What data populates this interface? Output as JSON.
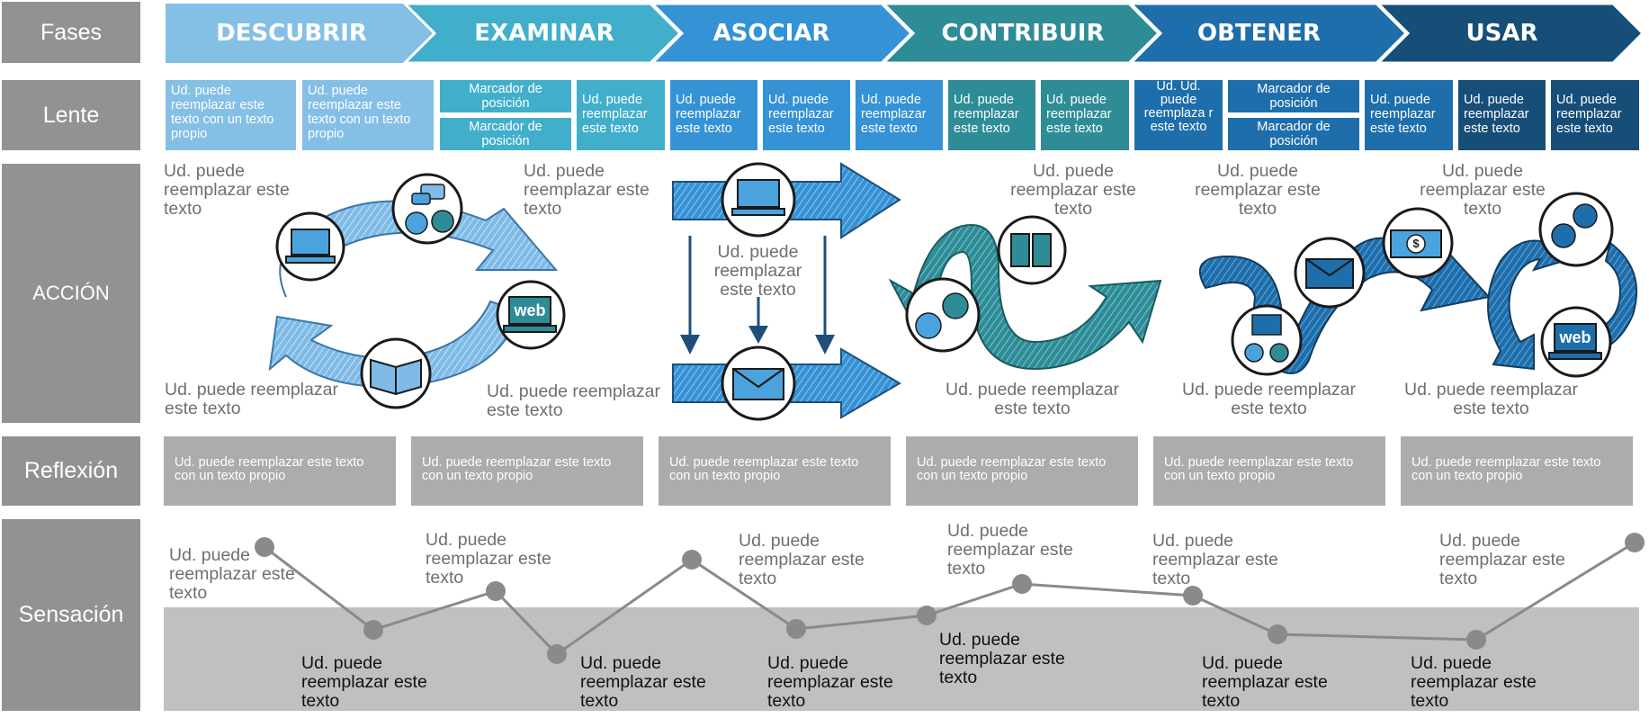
{
  "rows": {
    "fases": "Fases",
    "lente": "Lente",
    "accion": "ACCIÓN",
    "reflexion": "Reflexión",
    "sensacion": "Sensación"
  },
  "phases": [
    "DESCUBRIR",
    "EXAMINAR",
    "ASOCIAR",
    "CONTRIBUIR",
    "OBTENER",
    "USAR"
  ],
  "colors": {
    "row_label": "#929292",
    "phase_1": "#84bfe6",
    "phase_2": "#41afcb",
    "phase_3": "#3592d5",
    "phase_4": "#2e8c97",
    "phase_5": "#1e6eab",
    "phase_6": "#174e78",
    "reflection_box": "#acacac",
    "sensation_band": "#c0c0c0",
    "sensation_line": "#8a8a8a"
  },
  "lente": {
    "l1": "Ud. puede reemplazar este texto con un texto propio",
    "l2": "Ud. puede reemplazar este texto con un texto propio",
    "l3a": "Marcador de posición",
    "l3b": "Marcador de posición",
    "l4": "Ud. puede reemplazar este texto",
    "l5": "Ud. puede reemplazar este texto",
    "l6": "Ud. puede reemplazar este texto",
    "l7": "Ud. puede reemplazar este texto",
    "l8": "Ud. puede reemplazar este texto",
    "l9": "Ud. puede reemplazar este texto",
    "l10": "Ud. Ud. puede reemplaza r este texto",
    "l11a": "Marcador de posición",
    "l11b": "Marcador de posición",
    "l12": "Ud. puede reemplazar este texto",
    "l13": "Ud. puede reemplazar este texto",
    "l14": "Ud. puede reemplazar este texto"
  },
  "accion": {
    "t1": "Ud. puede reemplazar este texto",
    "t2": "Ud. puede reemplazar este texto",
    "t3": "Ud. puede reemplazar este texto",
    "t4": "Ud. puede reemplazar este texto",
    "t5": "Ud. puede reemplazar este texto",
    "t6": "Ud. puede reemplazar este texto",
    "t7": "Ud. puede reemplazar este texto",
    "t8": "Ud. puede reemplazar este texto",
    "t9": "Ud. puede reemplazar este texto",
    "t10": "Ud. puede reemplazar este texto",
    "t11": "Ud. puede reemplazar este texto",
    "web_a": "web",
    "web_b": "web",
    "dollar": "$"
  },
  "reflexion": [
    "Ud. puede reemplazar este texto con un texto propio",
    "Ud. puede reemplazar este texto con un texto propio",
    "Ud. puede reemplazar este texto con un texto propio",
    "Ud. puede reemplazar este texto con un texto propio",
    "Ud. puede reemplazar este texto con un texto propio",
    "Ud. puede reemplazar este texto con un texto propio"
  ],
  "sensacion": {
    "above": [
      "Ud. puede reemplazar este texto",
      "Ud. puede reemplazar este texto",
      "Ud. puede reemplazar este texto",
      "Ud. puede reemplazar este texto",
      "Ud. puede reemplazar este texto",
      "Ud. puede reemplazar este texto"
    ],
    "below": [
      "Ud. puede reemplazar este texto",
      "Ud. puede reemplazar este texto",
      "Ud. puede reemplazar este texto",
      "Ud. puede reemplazar este texto",
      "Ud. puede reemplazar este texto",
      "Ud. puede reemplazar este texto"
    ]
  }
}
